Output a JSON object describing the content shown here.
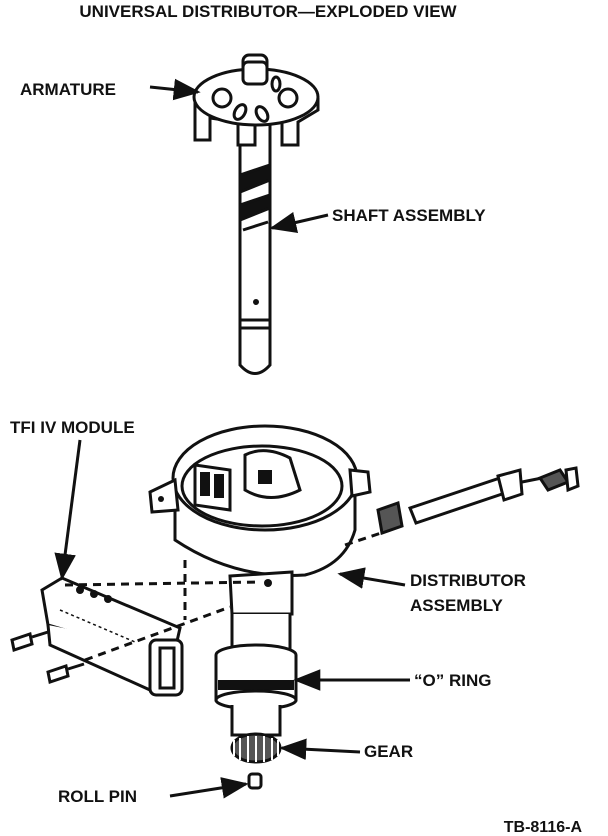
{
  "title": "UNIVERSAL DISTRIBUTOR—EXPLODED VIEW",
  "labels": {
    "armature": "ARMATURE",
    "shaft_assembly": "SHAFT ASSEMBLY",
    "tfi_module": "TFI IV MODULE",
    "distributor_assembly_1": "DISTRIBUTOR",
    "distributor_assembly_2": "ASSEMBLY",
    "o_ring": "“O” RING",
    "gear": "GEAR",
    "roll_pin": "ROLL PIN"
  },
  "figure_id": "TB-8116-A",
  "colors": {
    "ink": "#111111",
    "paper": "#ffffff"
  }
}
